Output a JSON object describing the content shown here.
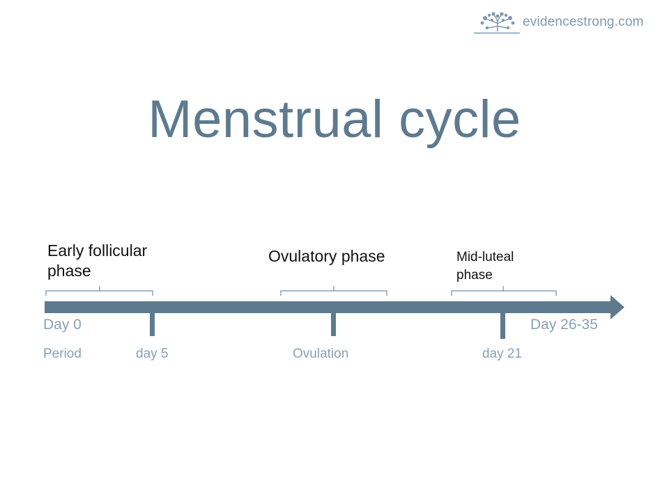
{
  "brand": {
    "text": "evidencestrong.com",
    "logo_icon": "tree-icon",
    "color": "#7f99ae"
  },
  "title": "Menstrual cycle",
  "colors": {
    "title": "#5d7a8f",
    "arrow": "#5d7a8f",
    "bracket": "#6f8fa8",
    "muted_text": "#8aa0b3",
    "phase_text": "#111111"
  },
  "phases": {
    "early": "Early follicular\nphase",
    "ovulatory": "Ovulatory phase",
    "luteal": "Mid-luteal\nphase"
  },
  "axis": {
    "start": "Day 0",
    "end": "Day 26-35"
  },
  "markers": {
    "period": "Period",
    "day5": "day 5",
    "ovulation": "Ovulation",
    "day21": "day 21"
  }
}
